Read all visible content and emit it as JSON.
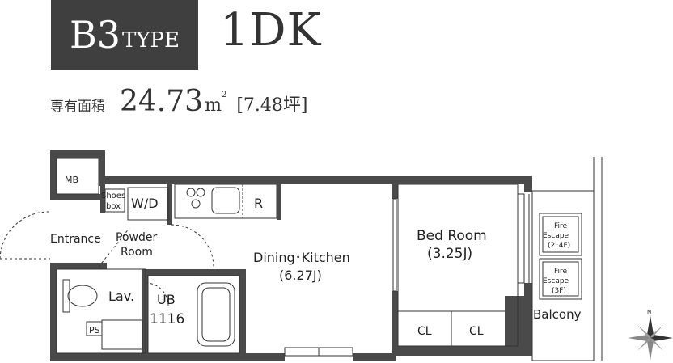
{
  "header": {
    "type_letter": "B3",
    "type_word": "TYPE",
    "layout": "1DK"
  },
  "area": {
    "label": "専有面積",
    "value": "24.73",
    "unit": "m",
    "unit_sup": "2",
    "tsubo": "[7.48坪]"
  },
  "rooms": {
    "mb": "MB",
    "shoes_box_1": "Shoes",
    "shoes_box_2": "box",
    "wd": "W/D",
    "r": "R",
    "entrance": "Entrance",
    "powder_room_1": "Powder",
    "powder_room_2": "Room",
    "lav": "Lav.",
    "ub": "UB",
    "ub_size": "1116",
    "ps": "PS",
    "dining_kitchen": "Dining･Kitchen",
    "dining_kitchen_size": "(6.27J)",
    "bed_room": "Bed Room",
    "bed_room_size": "(3.25J)",
    "cl_1": "CL",
    "cl_2": "CL",
    "balcony": "Balcony",
    "fire_escape_1a": "Fire",
    "fire_escape_1b": "Escape",
    "fire_escape_1c": "(2･4F)",
    "fire_escape_2a": "Fire",
    "fire_escape_2b": "Escape",
    "fire_escape_2c": "(3F)"
  },
  "compass": {
    "north": "N"
  }
}
